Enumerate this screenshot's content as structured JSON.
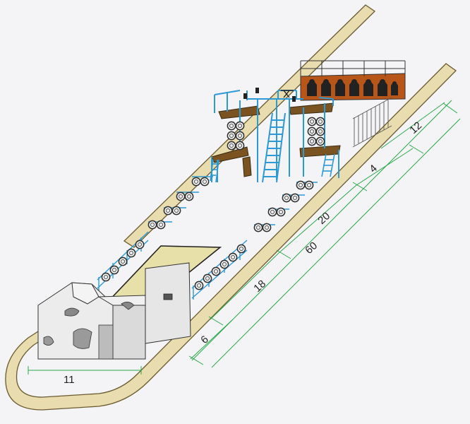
{
  "diagram": {
    "dimension_labels": [
      {
        "id": "dim-12",
        "text": "12"
      },
      {
        "id": "dim-4",
        "text": "4"
      },
      {
        "id": "dim-20",
        "text": "20"
      },
      {
        "id": "dim-60",
        "text": "60"
      },
      {
        "id": "dim-18",
        "text": "18"
      },
      {
        "id": "dim-6",
        "text": "6"
      },
      {
        "id": "dim-11",
        "text": "11"
      }
    ],
    "colors": {
      "background": "#f4f4f6",
      "track": "#e9dcae",
      "track_outline": "#6a5a30",
      "steel": "#2b9ad6",
      "deck": "#7a5320",
      "pit": "#e7e0a8",
      "dimension_line": "#2aa84a",
      "building": "#e6e6e6",
      "fence": "#5a5a5a",
      "targets_board": "#b8561a",
      "silhouette": "#222222"
    },
    "icons": [
      "tire-obstacle",
      "climbing-ladder",
      "shooting-target-silhouette",
      "barbed-wire-fence",
      "ruined-building"
    ]
  }
}
